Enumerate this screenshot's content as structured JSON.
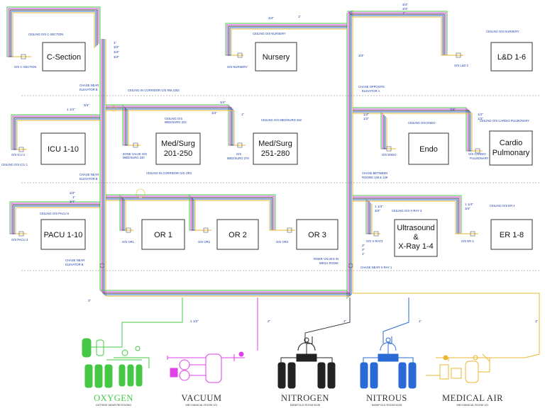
{
  "rooms": {
    "csection": "C-Section",
    "nursery": "Nursery",
    "ld": "L&D 1-6",
    "icu": "ICU  1-10",
    "medsurg1_l1": "Med/Surg",
    "medsurg1_l2": "201-250",
    "medsurg2_l1": "Med/Surg",
    "medsurg2_l2": "251-280",
    "endo": "Endo",
    "cardio_l1": "Cardio",
    "cardio_l2": "Pulmonary",
    "pacu": "PACU  1-10",
    "or1": "OR 1",
    "or2": "OR 2",
    "or3": "OR 3",
    "us_l1": "Ultrasound",
    "us_l2": "&",
    "us_l3": "X-Ray 1-4",
    "er": "ER 1-8"
  },
  "annotations": {
    "ceil_csection": "CEILING O/S C-SECTION",
    "os_csection": "O/S C-SECTION",
    "ceil_nursery": "CEILING O/S NURSERY",
    "os_nursery": "O/S NURSERY",
    "ceil_ld": "CEILING O/S NURSERY",
    "os_ld": "O/S L&D 2",
    "chase_b1_l1": "CHASE NEAR",
    "chase_b1_l2": "ELEVATOR B",
    "ceil_corridor": "CEILING IN CORRIDOR O/S RM 2253",
    "chase_opp_l1": "CHASE OPPOSITE",
    "chase_opp_l2": "ELEVATOR A",
    "ceil_ms222_l1": "CEILING O/S",
    "ceil_ms222_l2": "MED/SURG 222",
    "zone_valve_l1": "ZONE VALVE O/S",
    "zone_valve_l2": "MED/SURG 230",
    "ceil_ms262": "CEILING O/S MED/SURG 262",
    "os_ms279_l1": "O/S",
    "os_ms279_l2": "MED/SURG 279",
    "ceil_endo": "CEILING O/S ENDO",
    "os_endo": "O/S ENDO",
    "ceil_cardio": "CEILING O/S CARDIO PULMONARY",
    "os_cardio_l1": "O/S CARDIO",
    "os_cardio_l2": "PULMONARY",
    "os_icu2": "O/S ICU 2",
    "ceil_icu": "CEILING O/S ICU 1",
    "chase_b2_l1": "CHASE NEAR",
    "chase_b2_l2": "ELEVATOR B",
    "ceil_or": "CEILING IN CORRIDOR O/S OR1",
    "chase_between_l1": "CHASE BETWEEN",
    "chase_between_l2": "ROOMS 138 & 139",
    "ceil_pacu": "CEILING O/S PACU 6",
    "os_pacu": "O/S PACU 3",
    "os_or1": "O/S OR1",
    "os_or2": "O/S OR2",
    "os_or3": "O/S OR3",
    "ceil_xray": "CEILING O/S X-RAY 3",
    "os_xray": "O/S X-RAY3",
    "ceil_er": "CEILING O/S ER 4",
    "os_er": "O/S ER 4",
    "chase_b3_l1": "CHASE NEAR",
    "chase_b3_l2": "ELEVATOR B",
    "riser_l1": "RISER VALVES IN",
    "riser_l2": "MECH ROOM",
    "chase_xray": "CHASE NEAR X-RAY 1"
  },
  "pipe_sizes": {
    "s_top_34a": "3/4\"",
    "s_top_1a": "1\"",
    "s_top_34b": "3/4\"",
    "s_top_34c": "3/4\"",
    "s_top_1b": "1\"",
    "s_left_1": "1\"",
    "s_left_34a": "3/4\"",
    "s_left_34b": "3/4\"",
    "s_left_34c": "3/4\"",
    "s_ms_34": "3/4\"",
    "s_ms_1a": "1\"",
    "s_ms_34b": "3/4\"",
    "s_ms_1b": "1\"",
    "s_icu_34": "3/4\"",
    "s_icu_114": "1 1/4\"",
    "s_endo_12a": "1/2\"",
    "s_endo_12b": "1/2\"",
    "s_card_34": "3/4\"",
    "s_card_12a": "1/2\"",
    "s_card_12b": "1/2\"",
    "s_pacu_34a": "3/4\"",
    "s_pacu_1": "1\"",
    "s_pacu_34b": "3/4\"",
    "s_us_114": "1 1/4\"",
    "s_us_34": "3/4\"",
    "s_er_114": "1 1/4\"",
    "s_er_34": "3/4\"",
    "s_riser_2a": "2\"",
    "s_riser_2b": "2\"",
    "s_riser_1": "1\"",
    "s_main_2": "2\"",
    "s_vert_34": "3/4\"",
    "s_o2": "1 1/2\"",
    "s_vac": "2\"",
    "s_n2": "1\"",
    "s_no": "1\"",
    "s_air": "1\""
  },
  "sources": {
    "oxygen": "OXYGEN",
    "oxygen_sub": "OUTSIDE NEAR RECEIVING",
    "vacuum": "VACUUM",
    "vacuum_sub": "MECHANICAL ROOM 121",
    "nitrogen": "NITROGEN",
    "nitrogen_sub": "MANIFOLD ROOM B135",
    "nitrous": "NITROUS",
    "nitrous_sub": "MANIFOLD ROOM B135",
    "air": "MEDICAL AIR",
    "air_sub": "MECHANICAL ROOM 121"
  },
  "colors": {
    "oxygen": "#46c846",
    "vacuum": "#e040e8",
    "nitrogen": "#3a3a3a",
    "nitrous": "#2a6ad6",
    "air": "#e8b830",
    "annotation": "#1a3ea8"
  }
}
